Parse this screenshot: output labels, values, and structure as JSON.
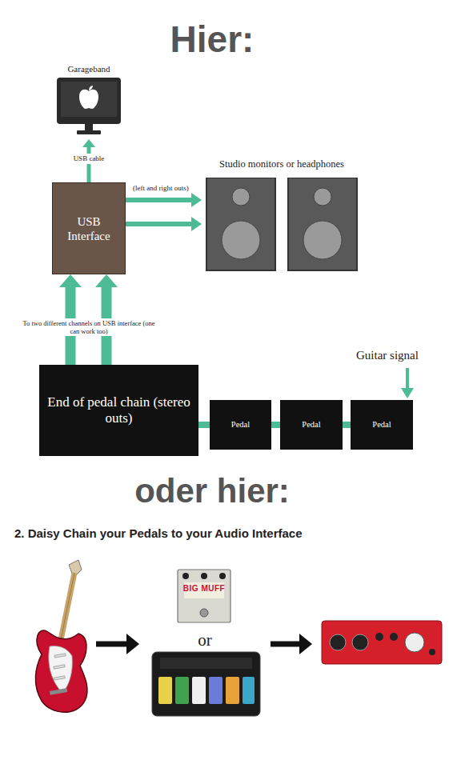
{
  "diagram": {
    "title": "Hier:",
    "nodes": [
      {
        "text": [
          "Garageband"
        ]
      },
      {
        "text": [
          "USB Interface"
        ]
      },
      {
        "text": [
          "Studio monitors or headphones"
        ]
      },
      {
        "text": [
          "End of pedal chain (stereo outs)"
        ]
      },
      {
        "text": [
          "Pedal"
        ]
      },
      {
        "text": [
          "Pedal"
        ]
      },
      {
        "text": [
          "Pedal"
        ]
      }
    ],
    "edges": [
      {
        "from": 1,
        "to": 0,
        "arrow": "to",
        "label": "USB cable"
      },
      {
        "from": 1,
        "to": 2,
        "arrow": "to",
        "label": "(left and right outs)"
      },
      {
        "from": 1,
        "to": 2,
        "arrow": "to"
      },
      {
        "from": 3,
        "to": 1,
        "arrow": "to",
        "label": "To two different channels on USB interface (one can work too)"
      },
      {
        "from": 3,
        "to": 1,
        "arrow": "to"
      },
      {
        "from": 6,
        "to": 5,
        "arrow": "none"
      },
      {
        "from": 5,
        "to": 4,
        "arrow": "none"
      },
      {
        "from": 4,
        "to": 3,
        "arrow": "none"
      }
    ],
    "labels": [
      "Guitar signal",
      "oder hier:",
      "2. Daisy Chain your Pedals to your Audio Interface",
      "BIG MUFF",
      "or"
    ]
  }
}
